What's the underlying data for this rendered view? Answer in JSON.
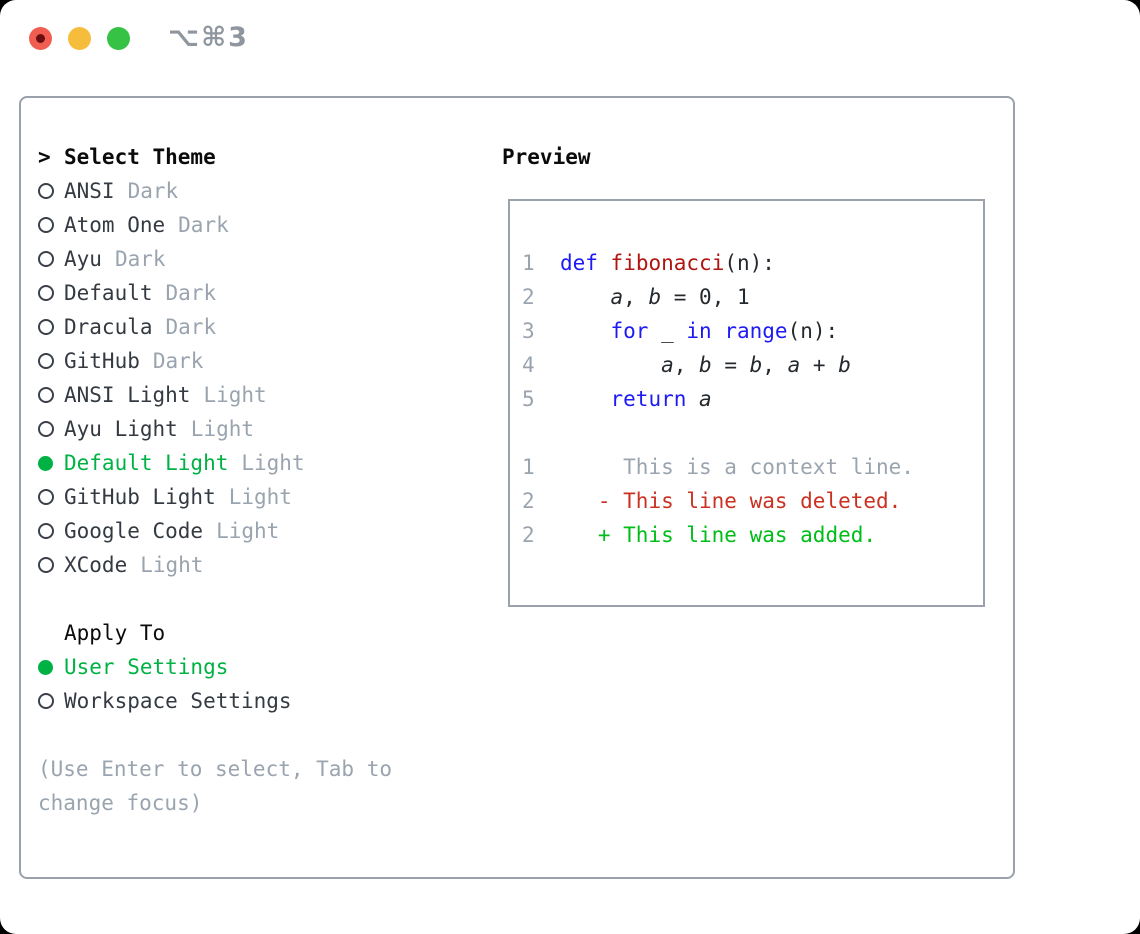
{
  "window": {
    "shortcut": "⌥⌘3",
    "traffic_lights": [
      "close",
      "minimize",
      "zoom"
    ]
  },
  "colors": {
    "panel_border": "#9aa1ab",
    "item_text": "#343a41",
    "heading": "#0b0b0b",
    "muted_gray": "#9aa4af",
    "selection_green": "#00b244",
    "keyword_blue": "#1d1af5",
    "function_red": "#b11510",
    "diff_deleted_red": "#c93222",
    "diff_added_green": "#00bd18",
    "traffic_red": "#f15e51",
    "traffic_yellow": "#f6bd3c",
    "traffic_green": "#35c245"
  },
  "theme_panel": {
    "header": {
      "cursor": ">",
      "label": "Select Theme"
    },
    "themes": [
      {
        "name": "ANSI",
        "badge": "Dark",
        "selected": false
      },
      {
        "name": "Atom One",
        "badge": "Dark",
        "selected": false
      },
      {
        "name": "Ayu",
        "badge": "Dark",
        "selected": false
      },
      {
        "name": "Default",
        "badge": "Dark",
        "selected": false
      },
      {
        "name": "Dracula",
        "badge": "Dark",
        "selected": false
      },
      {
        "name": "GitHub",
        "badge": "Dark",
        "selected": false
      },
      {
        "name": "ANSI Light",
        "badge": "Light",
        "selected": false
      },
      {
        "name": "Ayu Light",
        "badge": "Light",
        "selected": false
      },
      {
        "name": "Default Light",
        "badge": "Light",
        "selected": true
      },
      {
        "name": "GitHub Light",
        "badge": "Light",
        "selected": false
      },
      {
        "name": "Google Code",
        "badge": "Light",
        "selected": false
      },
      {
        "name": "XCode",
        "badge": "Light",
        "selected": false
      }
    ],
    "apply_to": {
      "label": "Apply To",
      "options": [
        {
          "name": "User Settings",
          "selected": true
        },
        {
          "name": "Workspace Settings",
          "selected": false
        }
      ]
    },
    "hint_lines": [
      "(Use Enter to select, Tab to",
      "change focus)"
    ]
  },
  "preview": {
    "label": "Preview",
    "code_lines": [
      {
        "num": "1",
        "tokens": [
          {
            "c": "pl",
            "t": "  "
          },
          {
            "c": "kw",
            "t": "def"
          },
          {
            "c": "pl",
            "t": " "
          },
          {
            "c": "fn",
            "t": "fibonacci"
          },
          {
            "c": "pl",
            "t": "(n):"
          }
        ]
      },
      {
        "num": "2",
        "tokens": [
          {
            "c": "pl",
            "t": "      "
          },
          {
            "c": "var",
            "t": "a"
          },
          {
            "c": "pl",
            "t": ", "
          },
          {
            "c": "var",
            "t": "b"
          },
          {
            "c": "pl",
            "t": " = 0, 1"
          }
        ]
      },
      {
        "num": "3",
        "tokens": [
          {
            "c": "pl",
            "t": "      "
          },
          {
            "c": "kw",
            "t": "for"
          },
          {
            "c": "pl",
            "t": " _ "
          },
          {
            "c": "kw",
            "t": "in"
          },
          {
            "c": "pl",
            "t": " "
          },
          {
            "c": "kw",
            "t": "range"
          },
          {
            "c": "pl",
            "t": "(n):"
          }
        ]
      },
      {
        "num": "4",
        "tokens": [
          {
            "c": "pl",
            "t": "          "
          },
          {
            "c": "var",
            "t": "a"
          },
          {
            "c": "pl",
            "t": ", "
          },
          {
            "c": "var",
            "t": "b"
          },
          {
            "c": "pl",
            "t": " = "
          },
          {
            "c": "var",
            "t": "b"
          },
          {
            "c": "pl",
            "t": ", "
          },
          {
            "c": "var",
            "t": "a"
          },
          {
            "c": "pl",
            "t": " + "
          },
          {
            "c": "var",
            "t": "b"
          }
        ]
      },
      {
        "num": "5",
        "tokens": [
          {
            "c": "pl",
            "t": "      "
          },
          {
            "c": "kw",
            "t": "return"
          },
          {
            "c": "pl",
            "t": " "
          },
          {
            "c": "var",
            "t": "a"
          }
        ]
      }
    ],
    "diff_lines": [
      {
        "num": "1",
        "type": "context",
        "body": "       This is a context line."
      },
      {
        "num": "2",
        "type": "deleted",
        "body": "     - This line was deleted."
      },
      {
        "num": "2",
        "type": "added",
        "body": "     + This line was added."
      }
    ]
  }
}
